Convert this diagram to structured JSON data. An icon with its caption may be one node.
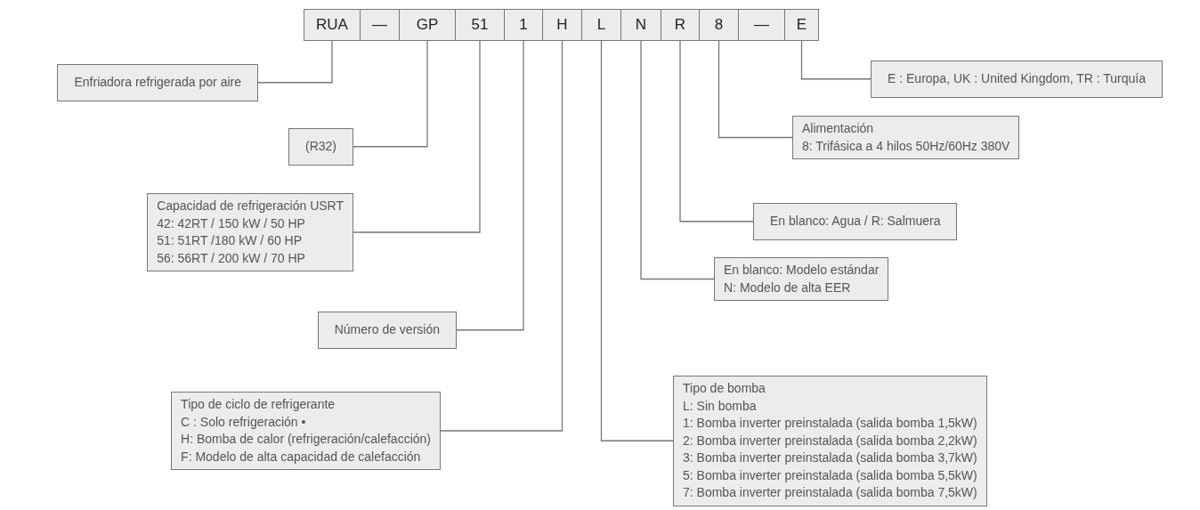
{
  "diagram": {
    "nodes": [
      {
        "text": [
          "RUA"
        ]
      },
      {
        "text": [
          "—"
        ]
      },
      {
        "text": [
          "GP"
        ]
      },
      {
        "text": [
          "51"
        ]
      },
      {
        "text": [
          "1"
        ]
      },
      {
        "text": [
          "H"
        ]
      },
      {
        "text": [
          "L"
        ]
      },
      {
        "text": [
          "N"
        ]
      },
      {
        "text": [
          "R"
        ]
      },
      {
        "text": [
          "8"
        ]
      },
      {
        "text": [
          "—"
        ]
      },
      {
        "text": [
          "E"
        ]
      },
      {
        "text": [
          "Enfriadora refrigerada por aire"
        ]
      },
      {
        "text": [
          "E : Europa, UK : United Kingdom, TR : Turquía"
        ]
      },
      {
        "text": [
          "(R32)"
        ]
      },
      {
        "text": [
          "Alimentación",
          "8: Trifásica a 4 hilos 50Hz/60Hz 380V"
        ]
      },
      {
        "text": [
          "Capacidad de refrigeración USRT",
          "42: 42RT / 150 kW / 50 HP",
          "51: 51RT /180 kW / 60 HP",
          "56: 56RT / 200 kW / 70 HP"
        ]
      },
      {
        "text": [
          "En blanco: Agua / R: Salmuera"
        ]
      },
      {
        "text": [
          "En blanco: Modelo estándar",
          "N: Modelo de alta EER"
        ]
      },
      {
        "text": [
          "Número de versión"
        ]
      },
      {
        "text": [
          "Tipo de bomba",
          "L: Sin bomba",
          "1: Bomba inverter preinstalada (salida bomba 1,5kW)",
          "2: Bomba inverter preinstalada (salida bomba 2,2kW)",
          "3: Bomba inverter preinstalada (salida bomba 3,7kW)",
          "5: Bomba inverter preinstalada (salida bomba 5,5kW)",
          "7: Bomba inverter preinstalada (salida bomba 7,5kW)"
        ]
      },
      {
        "text": [
          "Tipo de ciclo de refrigerante",
          "C : Solo refrigeración •",
          "H: Bomba de calor (refrigeración/calefacción)",
          "F: Modelo de alta capacidad de calefacción"
        ]
      }
    ],
    "edges": [
      {
        "from": 0,
        "to": 12,
        "arrow": "none"
      },
      {
        "from": 11,
        "to": 13,
        "arrow": "none"
      },
      {
        "from": 2,
        "to": 14,
        "arrow": "none"
      },
      {
        "from": 9,
        "to": 15,
        "arrow": "none"
      },
      {
        "from": 3,
        "to": 16,
        "arrow": "none"
      },
      {
        "from": 8,
        "to": 17,
        "arrow": "none"
      },
      {
        "from": 7,
        "to": 18,
        "arrow": "none"
      },
      {
        "from": 4,
        "to": 19,
        "arrow": "none"
      },
      {
        "from": 6,
        "to": 20,
        "arrow": "none"
      },
      {
        "from": 5,
        "to": 21,
        "arrow": "none"
      }
    ]
  }
}
